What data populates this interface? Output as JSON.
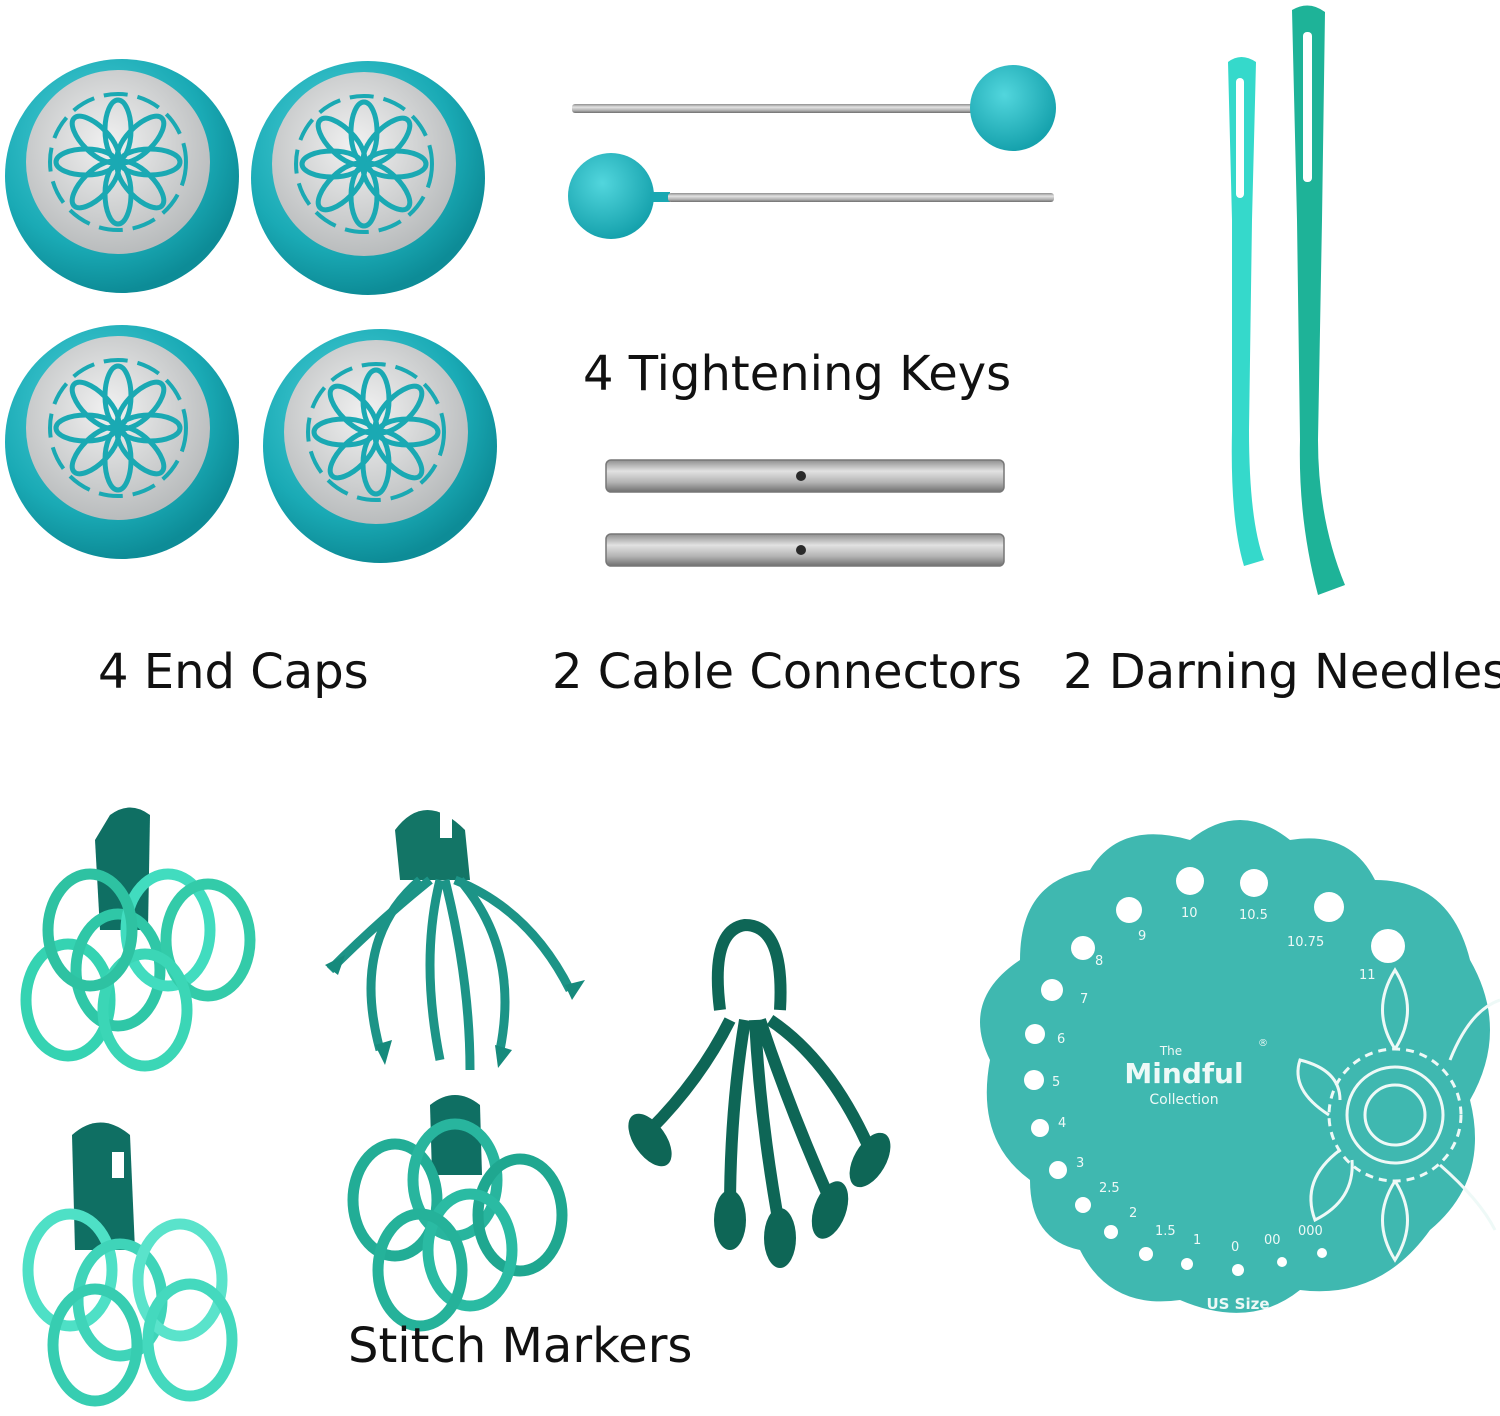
{
  "labels": {
    "end_caps": "4 End Caps",
    "tightening_keys": "4 Tightening Keys",
    "cable_connectors": "2 Cable Connectors",
    "darning_needles": "2 Darning Needles",
    "stitch_markers": "Stitch Markers"
  },
  "gauge": {
    "brand_the": "The",
    "brand_name": "Mindful",
    "brand_registered": "®",
    "brand_collection": "Collection",
    "unit_label": "US Size",
    "sizes": [
      "11",
      "10.75",
      "10.5",
      "10",
      "9",
      "8",
      "7",
      "6",
      "5",
      "4",
      "3",
      "2.5",
      "2",
      "1.5",
      "1",
      "0",
      "00",
      "000"
    ]
  },
  "colors": {
    "teal": "#21b3bd",
    "teal_dark": "#0c8f98",
    "mint": "#38d4b8",
    "marker_dark": "#106f60",
    "gauge": "#3fb8b0",
    "metal": "#a7a7a7"
  }
}
